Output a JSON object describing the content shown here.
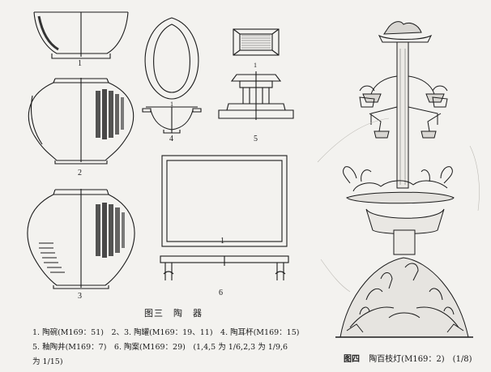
{
  "figure3": {
    "numbers": {
      "n1": "1",
      "n2": "2",
      "n3": "3",
      "n4": "4",
      "n5": "5",
      "n6": "6",
      "n1b": "1",
      "n1c": "1",
      "n1d": "1"
    },
    "title": "图三　陶　器",
    "lines": [
      "1. 陶碗(M169：51)　2、3. 陶罐(M169：19、11)　4. 陶耳杯(M169：15)",
      "5. 釉陶井(M169：7)　6. 陶案(M169：29)　(1,4,5 为 1/6,2,3 为 1/9,6",
      "为 1/15)"
    ]
  },
  "figure4": {
    "caption_label": "图四",
    "caption_text": "陶百枝灯(M169：2)　(1/8)"
  }
}
